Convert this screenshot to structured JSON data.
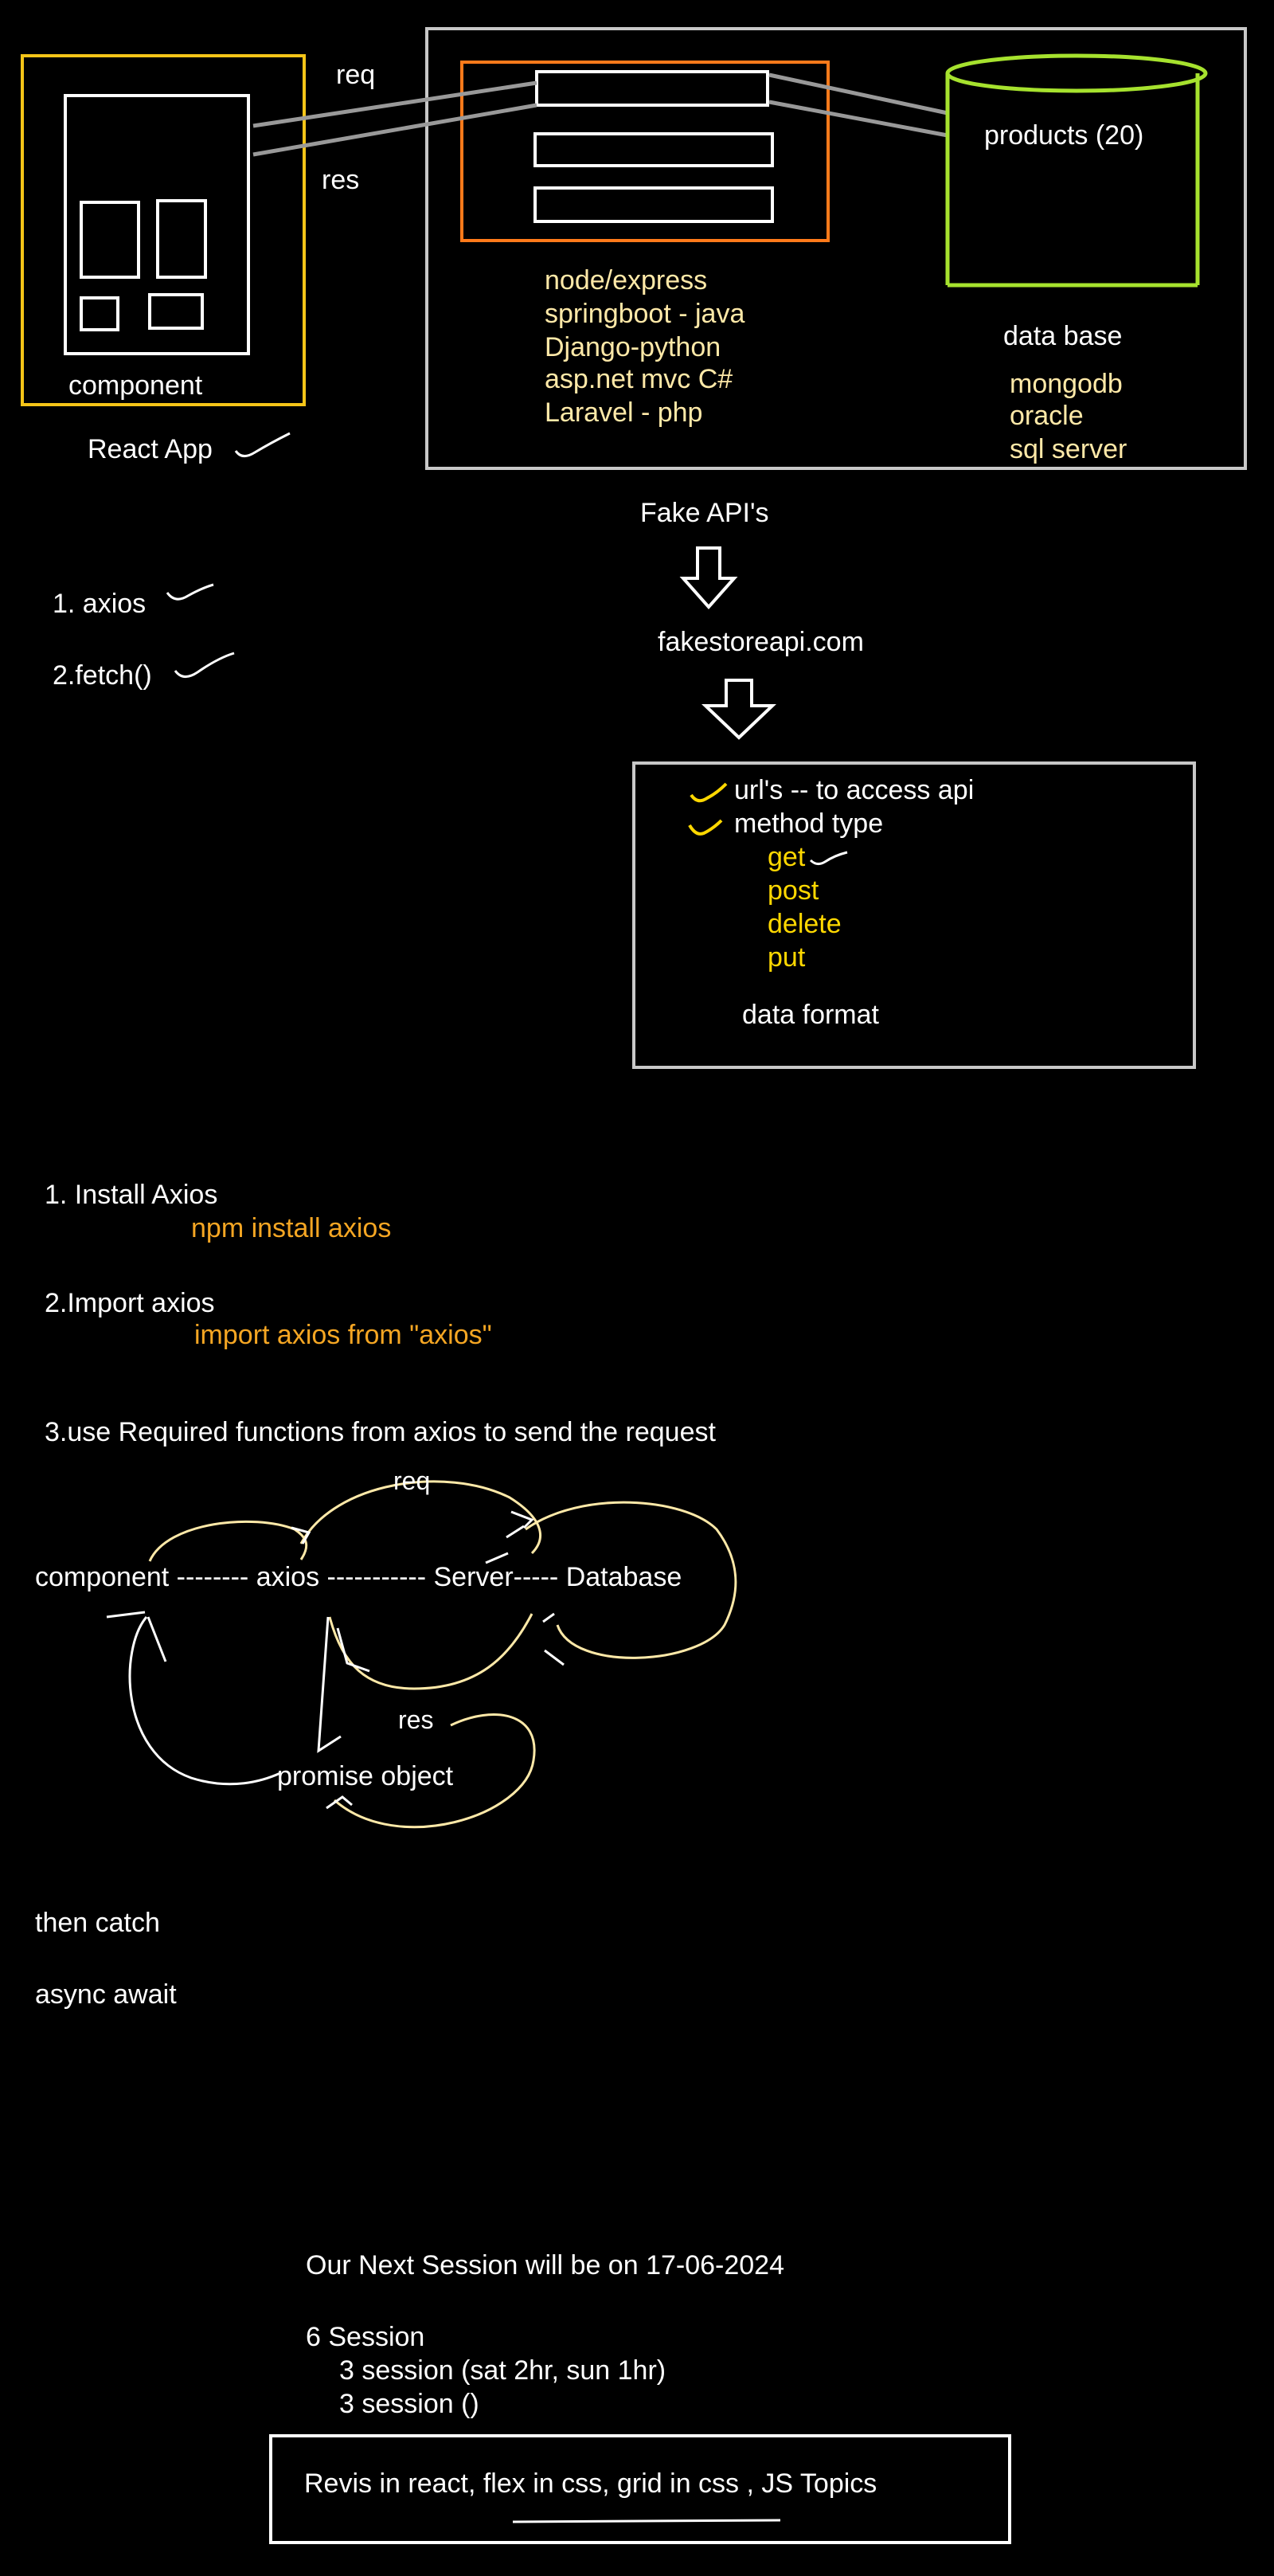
{
  "top": {
    "req": "req",
    "res": "res",
    "component": "component",
    "react_app": "React App",
    "products": "products (20)",
    "backends": [
      "node/express",
      "springboot - java",
      "Django-python",
      "asp.net mvc C#",
      "Laravel - php"
    ],
    "database_title": "data base",
    "databases": [
      "mongodb",
      "oracle",
      "sql server"
    ]
  },
  "methods": [
    "1. axios",
    "2.fetch()"
  ],
  "fake": {
    "title": "Fake API's",
    "site": "fakestoreapi.com",
    "urls": "url's -- to access api",
    "method_type": "method type",
    "verbs": [
      "get",
      "post",
      "delete",
      "put"
    ],
    "data_format": "data format"
  },
  "steps": {
    "s1": "1. Install Axios",
    "s1_cmd": "npm install axios",
    "s2": "2.Import axios",
    "s2_cmd": "import axios from \"axios\"",
    "s3": "3.use Required functions from axios to send the request"
  },
  "flow": {
    "line": "component -------- axios ----------- Server----- Database",
    "req": "req",
    "res": "res",
    "promise": "promise object"
  },
  "handlers": [
    "then catch",
    "async await"
  ],
  "session": {
    "next": "Our Next Session will be on 17-06-2024",
    "count": "6 Session",
    "item1": "3 session (sat 2hr, sun 1hr)",
    "item2": "3 session ()",
    "topics": "Revis in react, flex in css, grid in css , JS Topics"
  },
  "colors": {
    "orange_box": "#ff7a1a",
    "yellow_box": "#f5c518",
    "lime_db": "#a6e22e",
    "gray_box": "#c8c8c8",
    "cream_text": "#ffe9a8",
    "yellow_text": "#ffd800"
  }
}
